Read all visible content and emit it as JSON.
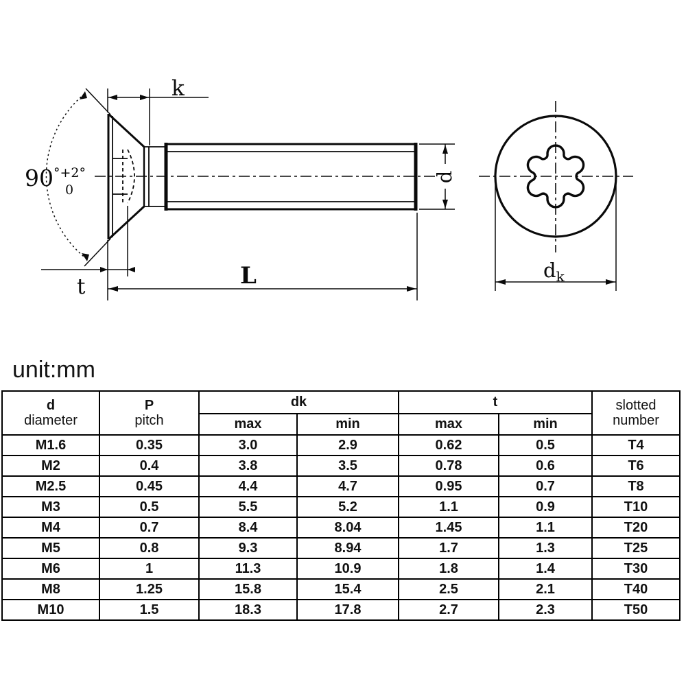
{
  "unit_label": "unit:mm",
  "diagram": {
    "side_view": {
      "head_height_label": "k",
      "socket_depth_label": "t",
      "length_label": "L",
      "diameter_label": "d",
      "angle_main": "90",
      "angle_sup": "°+2°",
      "angle_sub": "0"
    },
    "front_view": {
      "head_diameter_main": "d",
      "head_diameter_sub": "k"
    }
  },
  "table": {
    "headers": {
      "col1_top": "d",
      "col1_bottom": "diameter",
      "col2_top": "P",
      "col2_bottom": "pitch",
      "dk_group": "dk",
      "t_group": "t",
      "dk_max": "max",
      "dk_min": "min",
      "t_max": "max",
      "t_min": "min",
      "slotted_line1": "slotted",
      "slotted_line2": "number"
    },
    "rows": [
      [
        "M1.6",
        "0.35",
        "3.0",
        "2.9",
        "0.62",
        "0.5",
        "T4"
      ],
      [
        "M2",
        "0.4",
        "3.8",
        "3.5",
        "0.78",
        "0.6",
        "T6"
      ],
      [
        "M2.5",
        "0.45",
        "4.4",
        "4.7",
        "0.95",
        "0.7",
        "T8"
      ],
      [
        "M3",
        "0.5",
        "5.5",
        "5.2",
        "1.1",
        "0.9",
        "T10"
      ],
      [
        "M4",
        "0.7",
        "8.4",
        "8.04",
        "1.45",
        "1.1",
        "T20"
      ],
      [
        "M5",
        "0.8",
        "9.3",
        "8.94",
        "1.7",
        "1.3",
        "T25"
      ],
      [
        "M6",
        "1",
        "11.3",
        "10.9",
        "1.8",
        "1.4",
        "T30"
      ],
      [
        "M8",
        "1.25",
        "15.8",
        "15.4",
        "2.5",
        "2.1",
        "T40"
      ],
      [
        "M10",
        "1.5",
        "18.3",
        "17.8",
        "2.7",
        "2.3",
        "T50"
      ]
    ]
  },
  "colors": {
    "line": "#0a0a0a",
    "background": "#ffffff"
  }
}
